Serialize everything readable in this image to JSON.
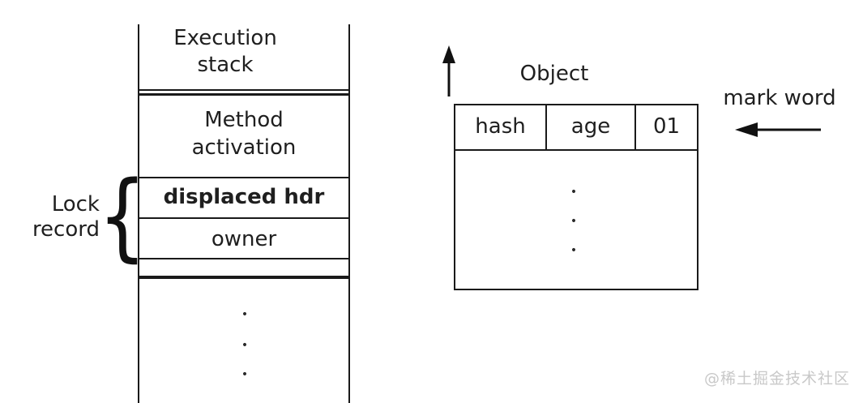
{
  "symbols": {
    "dot": "•",
    "brace": "{"
  },
  "stack": {
    "title_line1": "Execution",
    "title_line2": "stack",
    "method_line1": "Method",
    "method_line2": "activation",
    "displaced_hdr": "displaced hdr",
    "owner": "owner"
  },
  "lock_record": {
    "line1": "Lock",
    "line2": "record"
  },
  "object": {
    "title": "Object",
    "cells": [
      "hash",
      "age",
      "01"
    ]
  },
  "mark_word": "mark word",
  "watermark": "@稀土掘金技术社区",
  "colors": {
    "line": "#1a1a1a",
    "text": "#1f1f1f",
    "watermark": "#c8c8c8"
  }
}
